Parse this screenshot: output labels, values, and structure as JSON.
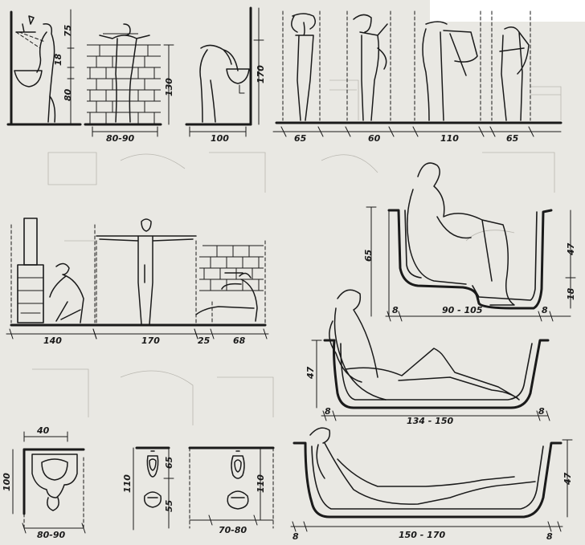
{
  "ink_color": "#1a1a1a",
  "paper_color": "#e9e8e3",
  "panels": {
    "washbasin_wall": {
      "d1": "75",
      "d2": "18",
      "d3": "80"
    },
    "tiled_shower": {
      "width": "80-90",
      "height": "130"
    },
    "bending_sink": {
      "width": "100",
      "height": "170"
    },
    "standing_row": {
      "w1": "65",
      "w2": "60",
      "w3": "110",
      "w4": "65"
    },
    "stove_kneel": {
      "width": "140"
    },
    "arms_out": {
      "width": "170"
    },
    "tiled_bath_seat": {
      "w1": "25",
      "w2": "68"
    },
    "seated_bath": {
      "height_left": "65",
      "height_right": "47",
      "depth_bottom": "18",
      "wall_left": "8",
      "wall_right": "8",
      "length": "90 - 105"
    },
    "reclined_bath": {
      "height": "47",
      "wall_left": "8",
      "wall_right": "8",
      "length": "134 - 150"
    },
    "washbasin_plan": {
      "top": "40",
      "side": "100",
      "bottom": "80-90"
    },
    "bidet_plan": {
      "h1": "110",
      "h2": "65",
      "h3": "55"
    },
    "wc_plan": {
      "h1": "110",
      "bottom": "70-80"
    },
    "long_bath": {
      "height": "47",
      "wall_left": "8",
      "wall_right": "8",
      "length": "150 - 170"
    }
  }
}
